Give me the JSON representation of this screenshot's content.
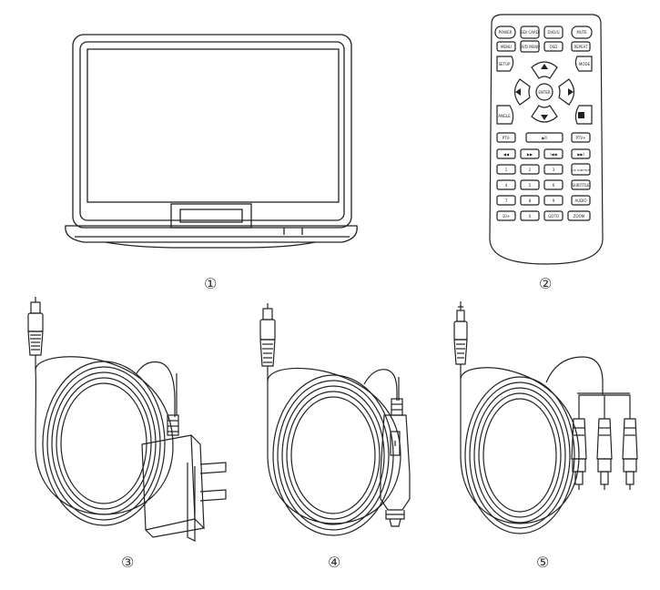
{
  "figure": {
    "items": [
      {
        "label": "①",
        "depicts": "portable DVD player"
      },
      {
        "label": "②",
        "depicts": "remote control"
      },
      {
        "label": "③",
        "depicts": "AC power adapter"
      },
      {
        "label": "④",
        "depicts": "car charger"
      },
      {
        "label": "⑤",
        "depicts": "AV cable"
      }
    ]
  },
  "remote": {
    "row1": [
      "POWER",
      "SD/ CARD",
      "DVD/U",
      "MUTE"
    ],
    "row2": [
      "MENU",
      "DVD MENU",
      "OSD",
      "REPEAT"
    ],
    "setup": "SETUP",
    "mode": "MODE",
    "enter": "ENTER",
    "angle": "ANGLE",
    "transport_labels": [
      "PTV-",
      "▶II",
      "PTV+"
    ],
    "transport_icons": [
      "◀◀",
      "▶▶",
      "I◀◀",
      "▶▶I"
    ],
    "numpad": [
      [
        "1",
        "2",
        "3",
        "L/R SUBTITLE"
      ],
      [
        "4",
        "5",
        "6",
        "SUBTITLE"
      ],
      [
        "7",
        "8",
        "9",
        "AUDIO"
      ],
      [
        "10+",
        "0",
        "GOTO",
        "ZOOM"
      ]
    ]
  },
  "colors": {
    "line": "#222222",
    "background": "#ffffff"
  }
}
